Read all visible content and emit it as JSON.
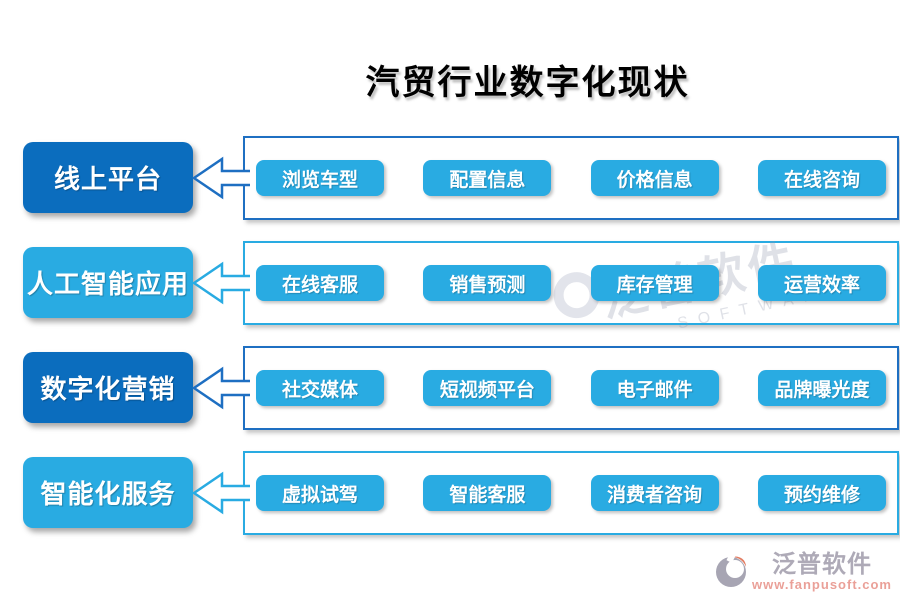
{
  "title": "汽贸行业数字化现状",
  "rows": [
    {
      "label": "线上平台",
      "items": [
        "浏览车型",
        "配置信息",
        "价格信息",
        "在线咨询"
      ]
    },
    {
      "label": "人工智能应用",
      "items": [
        "在线客服",
        "销售预测",
        "库存管理",
        "运营效率"
      ]
    },
    {
      "label": "数字化营销",
      "items": [
        "社交媒体",
        "短视频平台",
        "电子邮件",
        "品牌曝光度"
      ]
    },
    {
      "label": "智能化服务",
      "items": [
        "虚拟试驾",
        "智能客服",
        "消费者咨询",
        "预约维修"
      ]
    }
  ],
  "watermark": {
    "name": "泛普软件",
    "subtext": "SOFTWARE"
  },
  "logo": {
    "name": "泛普软件",
    "url": "www.fanpusoft.com"
  },
  "colors": {
    "dark_blue": "#0b6dbe",
    "light_blue": "#29abe2",
    "dark_border": "#1e6fc2",
    "light_border": "#29abe2",
    "title_color": "#000000",
    "logo_text": "#a39fae",
    "logo_url": "#e8938a"
  }
}
